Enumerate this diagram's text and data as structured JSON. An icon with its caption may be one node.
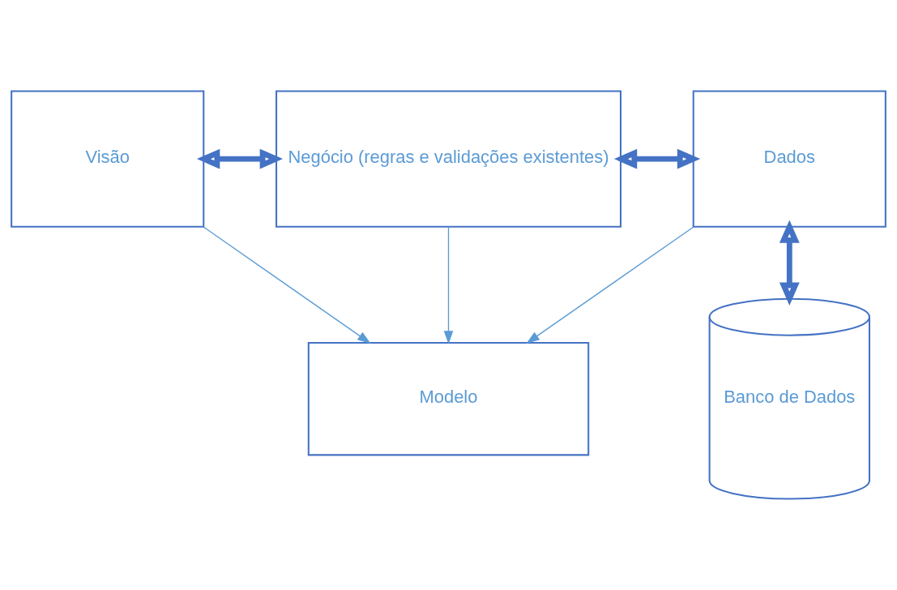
{
  "diagram": {
    "nodes": [
      {
        "text": [
          "Visão"
        ]
      },
      {
        "text": [
          "Negócio (regras e validações existentes)"
        ]
      },
      {
        "text": [
          "Dados"
        ]
      },
      {
        "text": [
          "Modelo"
        ]
      },
      {
        "text": [
          "Banco de Dados"
        ]
      }
    ],
    "edges": [
      {
        "from": 0,
        "to": 1,
        "arrow": "both",
        "style": "thick"
      },
      {
        "from": 1,
        "to": 2,
        "arrow": "both",
        "style": "thick"
      },
      {
        "from": 2,
        "to": 4,
        "arrow": "both",
        "style": "thick"
      },
      {
        "from": 0,
        "to": 3,
        "arrow": "to"
      },
      {
        "from": 1,
        "to": 3,
        "arrow": "to"
      },
      {
        "from": 2,
        "to": 3,
        "arrow": "to"
      }
    ]
  }
}
